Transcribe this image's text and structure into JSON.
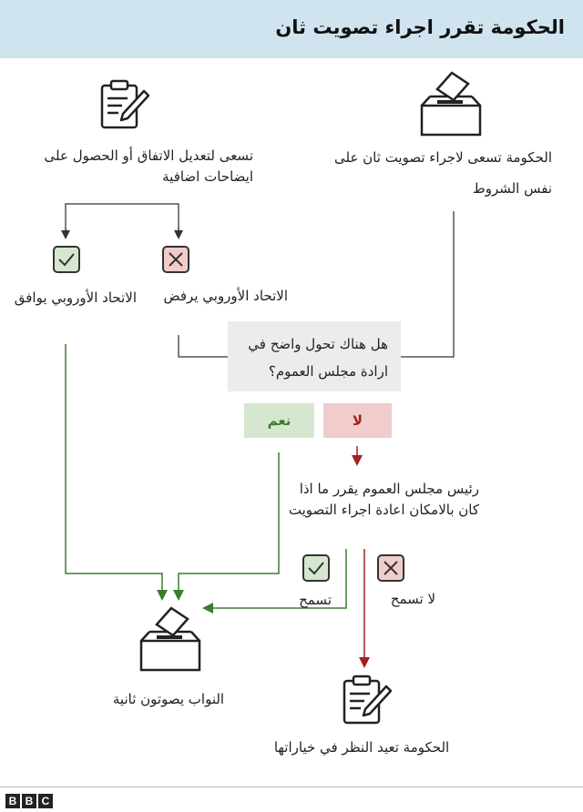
{
  "header": {
    "title": "الحكومة تقرر اجراء تصويت ثان"
  },
  "nodes": {
    "gov_second_vote": "الحكومة تسعى لاجراء تصويت ثان على نفس الشروط",
    "amend_deal": "تسعى لتعديل الاتفاق أو الحصول على ايضاحات اضافية",
    "eu_rejects": "الاتحاد الأوروبي يرفض",
    "eu_agrees": "الاتحاد الأوروبي يوافق",
    "question": "هل هناك تحول واضح في ارادة مجلس العموم؟",
    "yes": "نعم",
    "no": "لا",
    "speaker_decides": "رئيس مجلس العموم يقرر ما اذا كان بالامكان اعادة اجراء التصويت",
    "allows": "تسمح",
    "not_allows": "لا تسمح",
    "mps_vote_again": "النواب يصوتون ثانية",
    "gov_reconsiders": "الحكومة تعيد النظر في خياراتها"
  },
  "icons": {
    "ballot_box": "ballot-box-icon",
    "clipboard": "clipboard-pen-icon",
    "check": "check-icon",
    "cross": "cross-icon"
  },
  "colors": {
    "header_bg": "#cfe4ee",
    "green_arrow": "#3b7d2f",
    "red_arrow": "#a32020",
    "yes_bg": "#d5e8cf",
    "no_bg": "#f0cccc",
    "question_bg": "#ececec"
  },
  "footer": {
    "logo": "BBC"
  }
}
